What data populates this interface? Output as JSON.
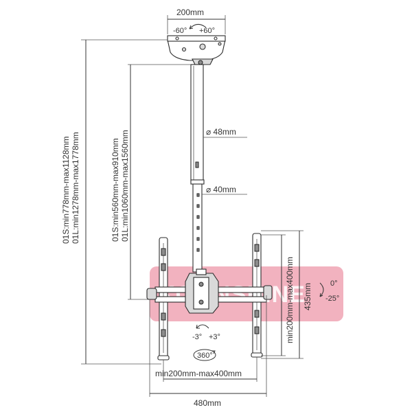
{
  "labels": {
    "top_width": "200mm",
    "swivel_left": "-60°",
    "swivel_right": "+60°",
    "tube_outer": "⌀ 48mm",
    "tube_inner": "⌀ 40mm",
    "overall_height_s": "01S:min778mm-max1128mm",
    "overall_height_l": "01L:min1278mm-max1778mm",
    "pole_height_s": "01S:min560mm-max910mm",
    "pole_height_l": "01L:min1060mm-max1560mm",
    "vesa_height_range": "min200mm-max400mm",
    "bracket_height": "435mm",
    "tilt_up": "0°",
    "tilt_down": "-25°",
    "rotate_left": "-3°",
    "rotate_right": "+3°",
    "rotate_full": "360°",
    "vesa_width_range": "min200mm-max400mm",
    "overall_width": "480mm"
  },
  "watermark": {
    "text": "KOONSHINE",
    "color": "#e8738a"
  }
}
